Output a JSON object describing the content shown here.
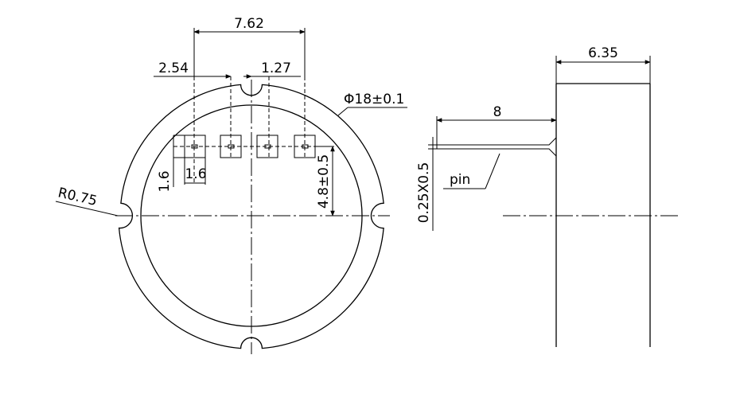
{
  "front_view": {
    "dim_pin_span": "7.62",
    "dim_pin_offset": "2.54",
    "dim_pin_half_pitch": "1.27",
    "dim_diameter": "Φ18±0.1",
    "dim_pad_height": "1.6",
    "dim_pad_width": "1.6",
    "dim_pin_height": "4.8±0.5",
    "dim_notch_radius": "R0.75"
  },
  "side_view": {
    "dim_thickness": "6.35",
    "dim_pin_length": "8",
    "dim_pin_section": "0.25X0.5",
    "label_pin": "pin"
  }
}
